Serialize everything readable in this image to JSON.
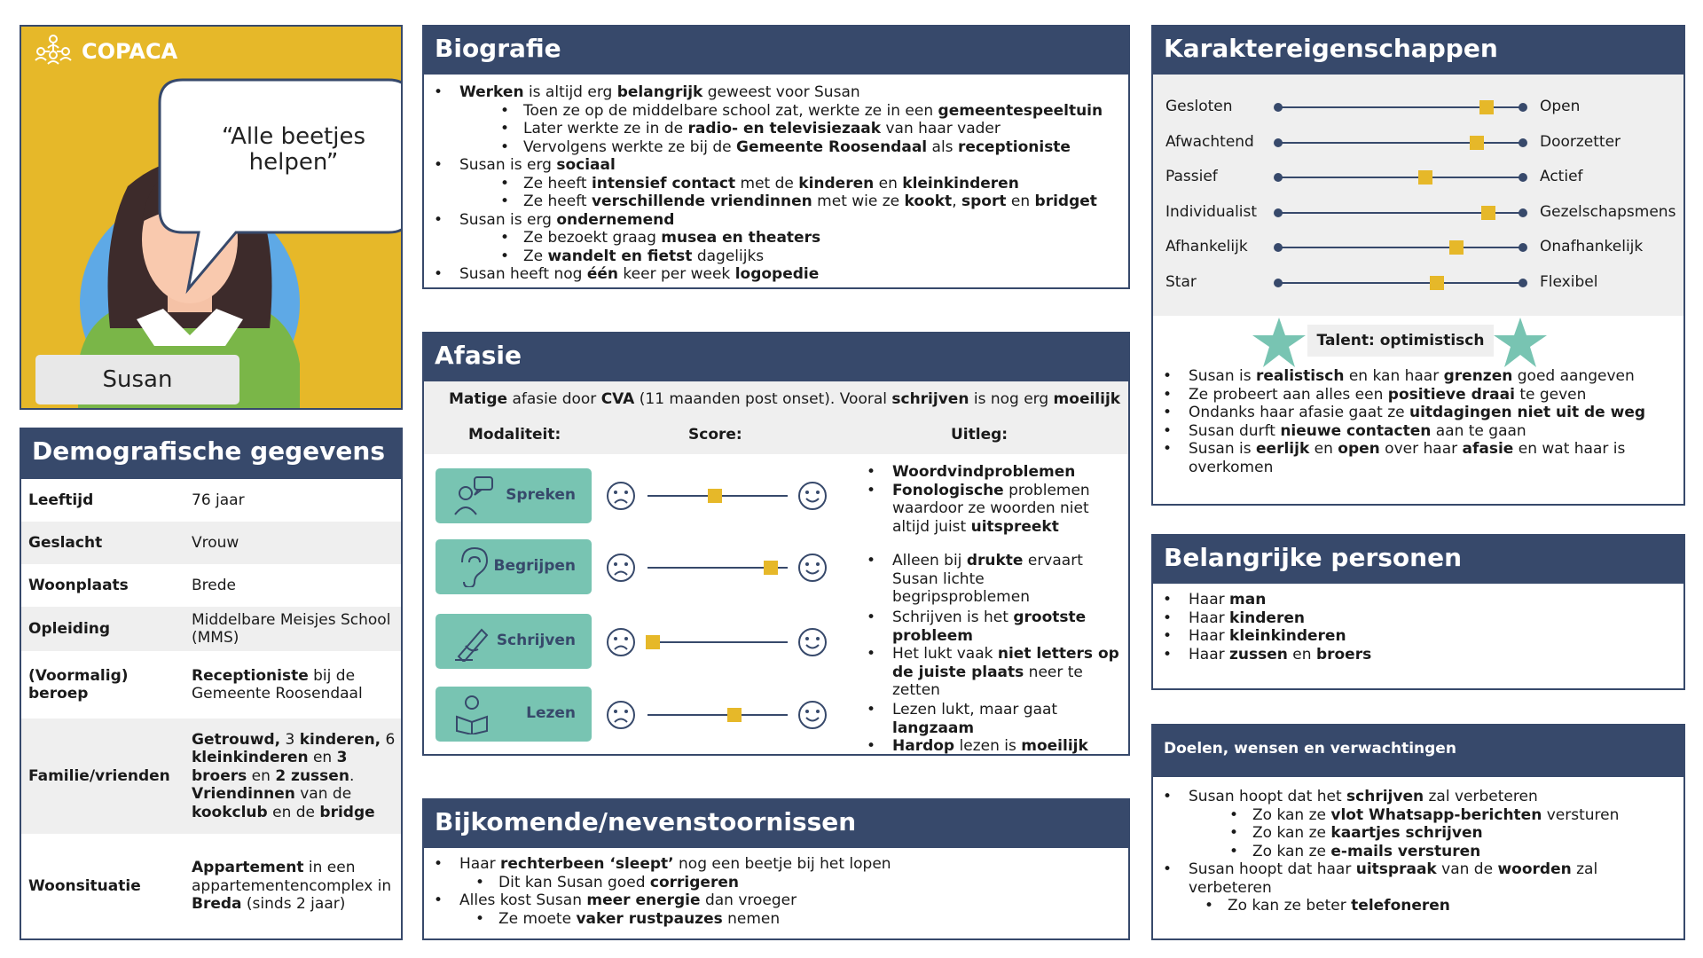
{
  "profile": {
    "logo_text": "COPACA",
    "quote_line1": "“Alle beetjes",
    "quote_line2": "helpen”",
    "name": "Susan"
  },
  "demographics": {
    "title": "Demografische gegevens",
    "rows": [
      {
        "key": "Leeftijd",
        "value": "76 jaar"
      },
      {
        "key": "Geslacht",
        "value": "Vrouw"
      },
      {
        "key": "Woonplaats",
        "value": "Brede"
      },
      {
        "key": "Opleiding",
        "value": "Middelbare Meisjes School (MMS)"
      },
      {
        "key": "(Voormalig) beroep",
        "value": "Receptioniste bij de Gemeente Roosendaal"
      },
      {
        "key": "Familie/vrienden",
        "value": "Getrouwd, 3 kinderen, 6 kleinkinderen en 3 broers en 2 zussen. Vriendinnen van de kookclub en de bridge"
      },
      {
        "key": "Woonsituatie",
        "value": "Appartement in een appartementencomplex in Breda (sinds 2 jaar)"
      }
    ]
  },
  "biografie": {
    "title": "Biografie",
    "items": [
      "Werken is altijd erg belangrijk geweest voor Susan",
      "Toen ze op de middelbare school zat, werkte ze in een gemeentespeeltuin",
      "Later werkte ze in de radio- en televisiezaak van haar vader",
      "Vervolgens werkte ze bij de Gemeente Roosendaal als receptioniste",
      "Susan is erg sociaal",
      "Ze heeft intensief contact met de kinderen en kleinkinderen",
      "Ze heeft verschillende vriendinnen met wie ze kookt, sport en bridget",
      "Susan is erg ondernemend",
      "Ze bezoekt graag musea en theaters",
      "Ze wandelt en fietst dagelijks",
      "Susan heeft nog één keer per week logopedie"
    ]
  },
  "afasie": {
    "title": "Afasie",
    "summary": "Matige afasie door CVA (11 maanden post onset). Vooral schrijven is nog erg moeilijk",
    "col_modaliteit": "Modaliteit:",
    "col_score": "Score:",
    "col_uitleg": "Uitleg:",
    "modalities": [
      {
        "label": "Spreken",
        "score": 0.48,
        "uitleg": [
          "Woordvindproblemen",
          "Fonologische problemen waardoor ze woorden niet altijd juist uitspreekt"
        ]
      },
      {
        "label": "Begrijpen",
        "score": 0.88,
        "uitleg": [
          "Alleen bij drukte ervaart Susan lichte begripsproblemen"
        ]
      },
      {
        "label": "Schrijven",
        "score": 0.04,
        "uitleg": [
          "Schrijven is het grootste probleem",
          "Het lukt vaak niet letters op de juiste plaats neer te zetten"
        ]
      },
      {
        "label": "Lezen",
        "score": 0.62,
        "uitleg": [
          "Lezen lukt, maar gaat langzaam",
          "Hardop lezen is moeilijk"
        ]
      }
    ]
  },
  "bijkomende": {
    "title": "Bijkomende/nevenstoornissen",
    "items": [
      "Haar rechterbeen ‘sleept’ nog een beetje bij het lopen",
      "Dit kan Susan goed corrigeren",
      "Alles kost Susan meer energie dan vroeger",
      "Ze moete vaker rustpauzes nemen"
    ]
  },
  "karakter": {
    "title": "Karaktereigenschappen",
    "traits": [
      {
        "left": "Gesloten",
        "right": "Open",
        "value": 0.85
      },
      {
        "left": "Afwachtend",
        "right": "Doorzetter",
        "value": 0.81
      },
      {
        "left": "Passief",
        "right": "Actief",
        "value": 0.6
      },
      {
        "left": "Individualist",
        "right": "Gezelschapsmens",
        "value": 0.86
      },
      {
        "left": "Afhankelijk",
        "right": "Onafhankelijk",
        "value": 0.73
      },
      {
        "left": "Star",
        "right": "Flexibel",
        "value": 0.65
      }
    ],
    "talent": "Talent: optimistisch",
    "items": [
      "Susan is realistisch en kan haar grenzen goed aangeven",
      "Ze probeert aan alles een positieve draai te geven",
      "Ondanks haar afasie gaat ze uitdagingen niet uit de weg",
      "Susan durft nieuwe contacten aan te gaan",
      "Susan is eerlijk en open over haar afasie en wat haar is overkomen"
    ]
  },
  "belangrijke": {
    "title": "Belangrijke personen",
    "items": [
      "Haar man",
      "Haar kinderen",
      "Haar kleinkinderen",
      "Haar zussen en broers"
    ]
  },
  "doelen": {
    "title": "Doelen, wensen en verwachtingen",
    "items": [
      "Susan hoopt dat het schrijven zal verbeteren",
      "Zo kan ze vlot Whatsapp-berichten versturen",
      "Zo kan ze kaartjes schrijven",
      "Zo kan ze e-mails versturen",
      "Susan hoopt dat haar uitspraak van de woorden zal verbeteren",
      "Zo kan ze beter telefoneren"
    ]
  },
  "colors": {
    "navy": "#37496b",
    "yellow": "#e6b829",
    "teal": "#78c4b2",
    "grey": "#efefef"
  }
}
